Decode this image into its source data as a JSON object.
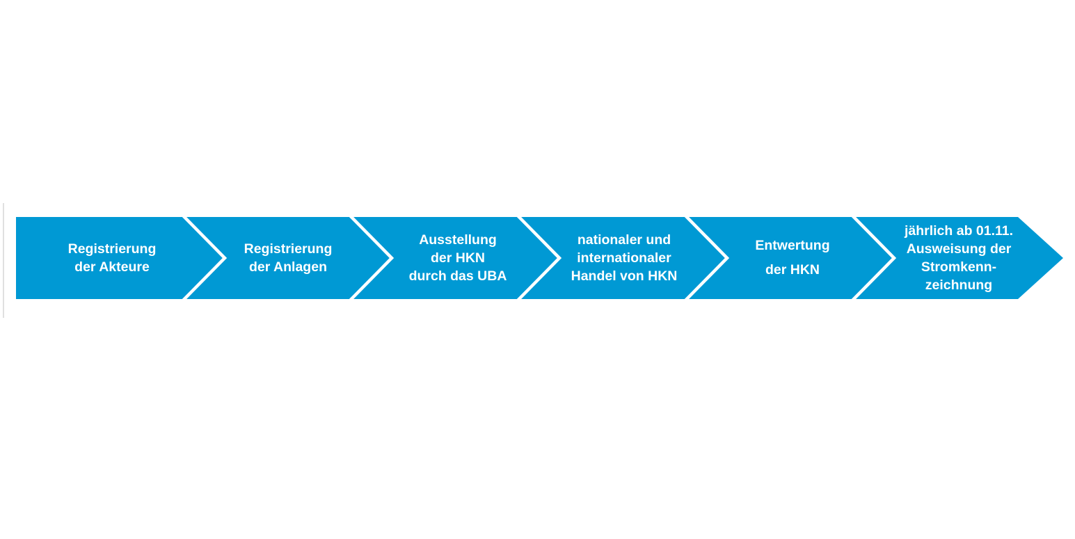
{
  "diagram": {
    "type": "process-flow-chevron",
    "steps": [
      {
        "label": "Registrierung\nder Akteure"
      },
      {
        "label": "Registrierung\nder Anlagen"
      },
      {
        "label": "Ausstellung\nder HKN\ndurch das UBA"
      },
      {
        "label": "nationaler und\ninternationaler\nHandel von HKN"
      },
      {
        "label": "Entwertung\nder HKN"
      },
      {
        "label": "jährlich ab 01.11.\nAusweisung der\nStromkenn-\nzeichnung"
      }
    ]
  },
  "colors": {
    "band": "#0099D4",
    "separator": "#FFFFFF",
    "text": "#FFFFFF",
    "edge_line": "#E0E0E0"
  }
}
